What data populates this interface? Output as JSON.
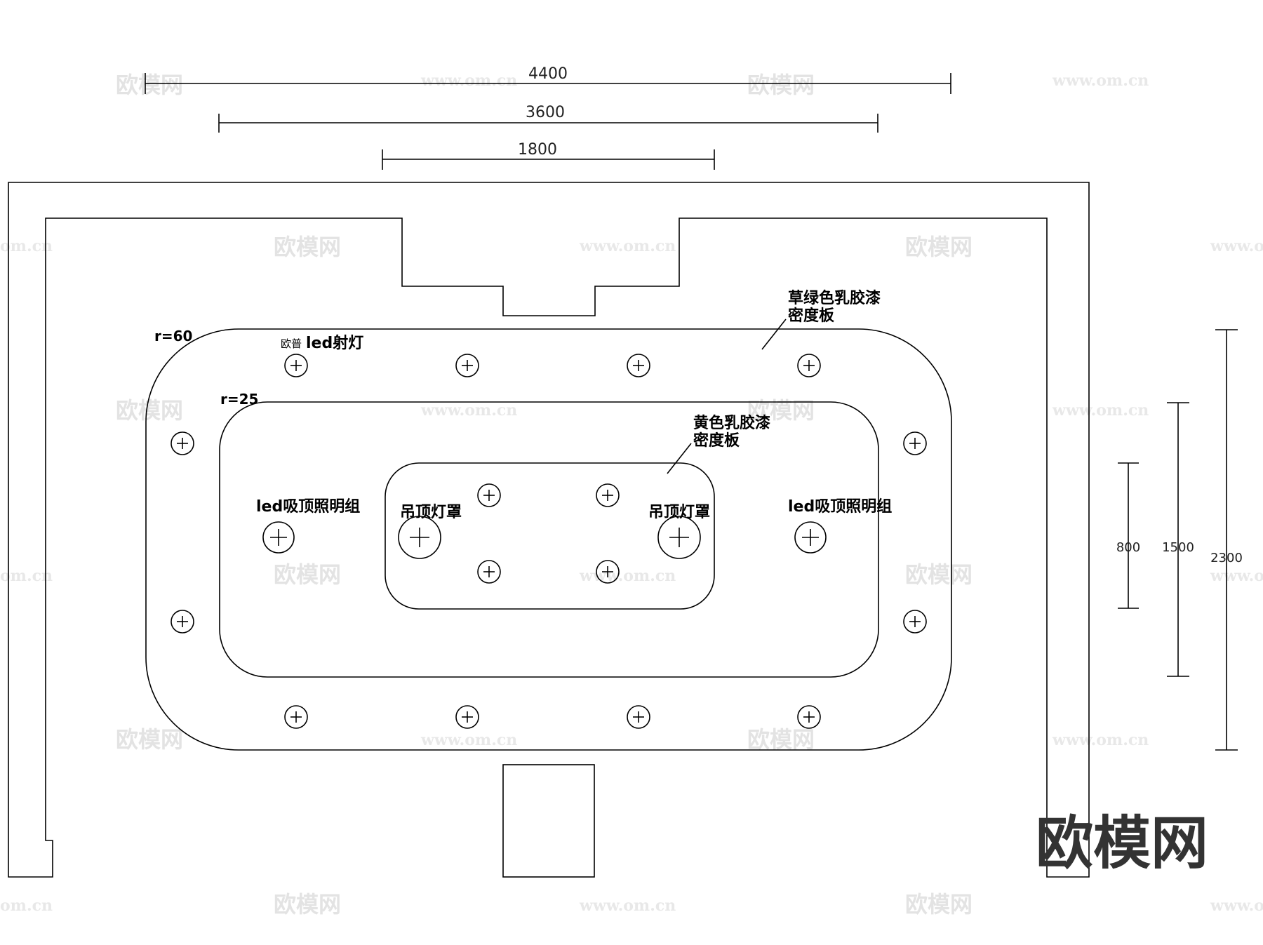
{
  "dimensions": {
    "overall_width": "4400",
    "mid_width": "3600",
    "inner_width": "1800",
    "depth_inner": "800",
    "depth_mid": "1500",
    "depth_outer": "2300"
  },
  "radius_labels": {
    "outer": "r=60",
    "inner": "r=25"
  },
  "annotations": {
    "green_paint_line1": "草绿色乳胶漆",
    "green_paint_line2": "密度板",
    "yellow_paint_line1": "黄色乳胶漆",
    "yellow_paint_line2": "密度板",
    "spotlight_prefix": "欧普",
    "spotlight_main": "led射灯",
    "ceiling_light_left": "led吸顶照明组",
    "ceiling_light_right": "led吸顶照明组",
    "pendant_left": "吊顶灯罩",
    "pendant_right": "吊顶灯罩"
  },
  "watermark": {
    "logo": "欧模网",
    "url": "www.om.cn",
    "url_fragment": "om.cn"
  },
  "colors": {
    "line": "#000000",
    "watermark": "#e3e3e3",
    "logo": "#333333"
  }
}
